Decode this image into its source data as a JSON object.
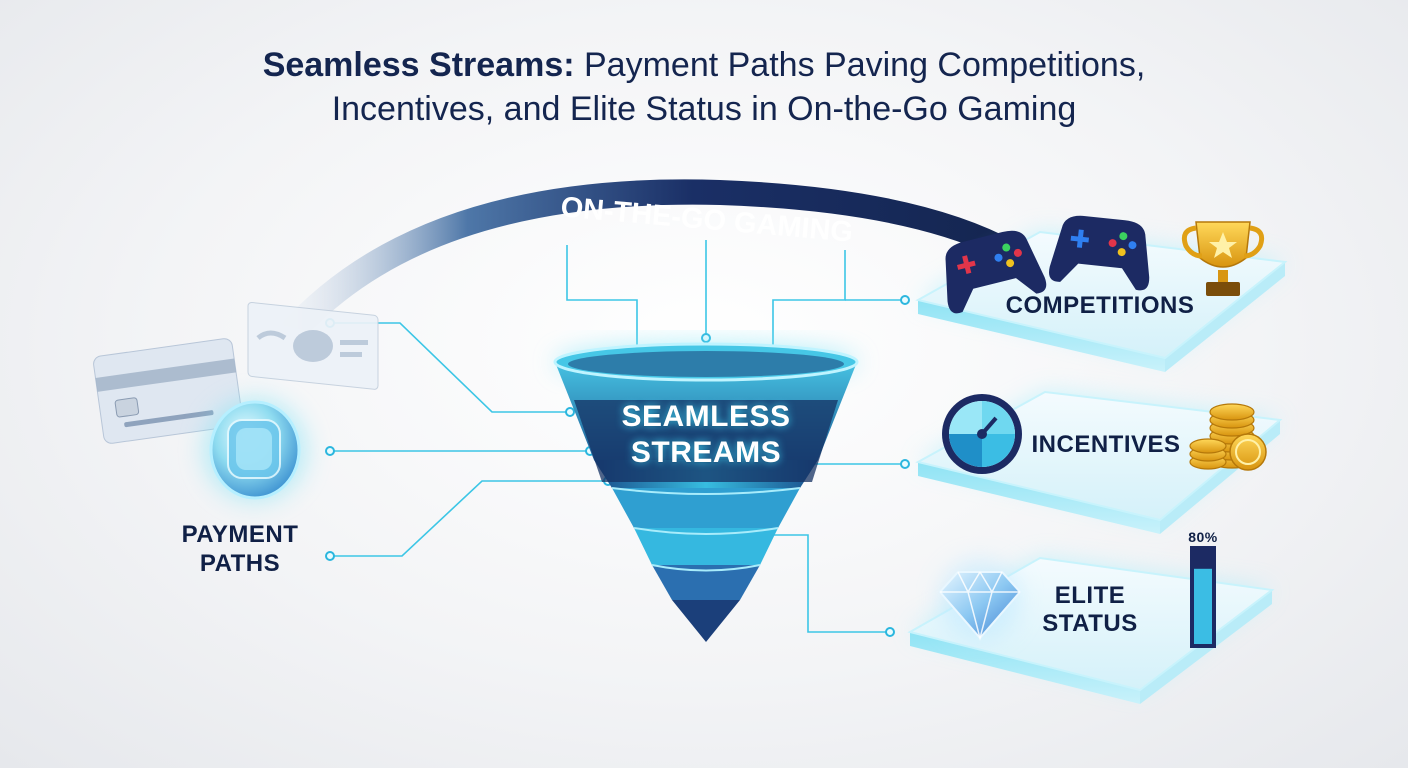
{
  "title": {
    "bold": "Seamless Streams:",
    "line1_rest": " Payment Paths Paving Competitions,",
    "line2": "Incentives, and Elite Status in On-the-Go Gaming"
  },
  "arc_label": "ON-THE-GO GAMING",
  "funnel": {
    "line1": "SEAMLESS",
    "line2": "STREAMS"
  },
  "payment_paths": {
    "line1": "PAYMENT",
    "line2": "PATHS"
  },
  "platforms": {
    "competitions": "COMPETITIONS",
    "incentives": "INCENTIVES",
    "elite_line1": "ELITE",
    "elite_line2": "STATUS"
  },
  "progress": {
    "label": "80%",
    "fraction": 0.8
  },
  "icons": [
    "credit-card-icon",
    "banknote-icon",
    "coin-icon",
    "gamepad-red-icon",
    "gamepad-blue-icon",
    "trophy-icon",
    "timer-wheel-icon",
    "coin-stack-icon",
    "diamond-icon",
    "progress-bar-icon"
  ],
  "colors": {
    "navy": "#16295a",
    "cyan": "#34c9e8",
    "glow": "#7fe3f5",
    "gold": "#f2b01e"
  }
}
